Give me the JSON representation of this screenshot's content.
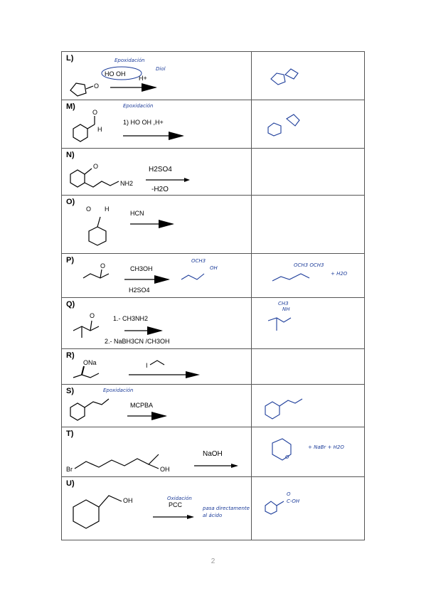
{
  "page_number": "2",
  "rows": [
    {
      "label": "L)",
      "reagent": "HO     OH",
      "reagent2": "H+",
      "note": "Epoxidación",
      "note2": "Diol",
      "answer": ""
    },
    {
      "label": "M)",
      "reagent": "1) HO     OH ,H+",
      "note": "Epoxidación",
      "atom_H": "H",
      "atom_O": "O",
      "answer": ""
    },
    {
      "label": "N)",
      "reagent": "H2SO4",
      "reagent2": "-H2O",
      "atom_N": "NH2",
      "atom_O": "O"
    },
    {
      "label": "O)",
      "reagent": "HCN",
      "atom_O": "O",
      "atom_H": "H"
    },
    {
      "label": "P)",
      "reagent": "CH3OH",
      "reagent2": "H2SO4",
      "atom_O": "O",
      "hand1": "OCH3",
      "hand2": "OH",
      "hand3": "OCH3 OCH3",
      "hand4": "+ H2O"
    },
    {
      "label": "Q)",
      "reagent": "1.- CH3NH2",
      "reagent2": "2.- NaBH3CN /CH3OH",
      "atom_O": "O",
      "hand1": "CH3",
      "hand2": "NH"
    },
    {
      "label": "R)",
      "reagent": "ONa",
      "reagent2": "I"
    },
    {
      "label": "S)",
      "reagent": "MCPBA",
      "note": "Epoxidación"
    },
    {
      "label": "T)",
      "reagent": "NaOH",
      "atom_Br": "Br",
      "atom_OH": "OH",
      "hand1": "O",
      "hand2": "+ NaBr + H2O"
    },
    {
      "label": "U)",
      "reagent": "PCC",
      "atom_OH": "OH",
      "note": "Oxidación",
      "note2": "pasa directamente",
      "note3": "al ácido",
      "hand1": "C-OH",
      "hand2": "O"
    }
  ]
}
